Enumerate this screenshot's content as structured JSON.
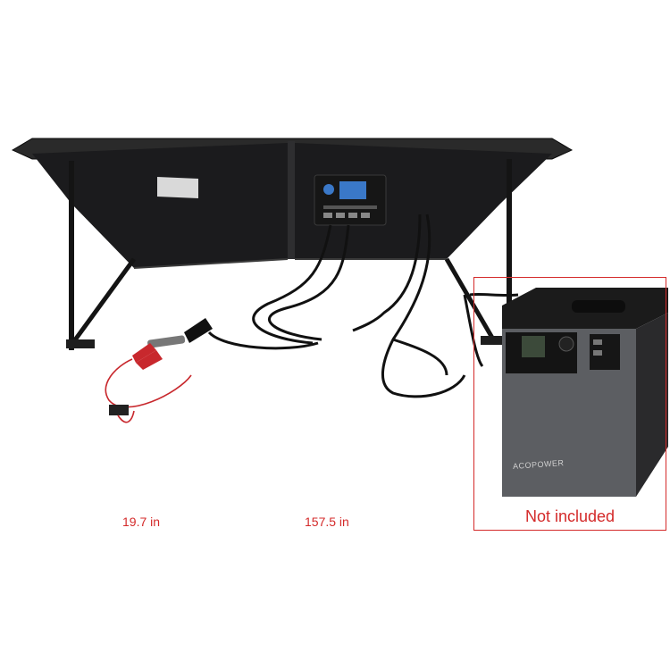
{
  "labels": {
    "clamp_cable_length": "19.7 in",
    "extension_cable_length": "157.5 in",
    "not_included": "Not included"
  },
  "brand": {
    "power_station_logo": "ACOPOWER"
  },
  "colors": {
    "annotation_red": "#d42a2a",
    "panel_black": "#1a1a1a",
    "frame_gray": "#3a3a3a",
    "station_gray": "#5a5c60",
    "lcd_blue": "#3a78c8"
  },
  "icons": [
    "solar-panel-icon",
    "charge-controller-icon",
    "battery-clamp-icon",
    "power-station-icon"
  ]
}
